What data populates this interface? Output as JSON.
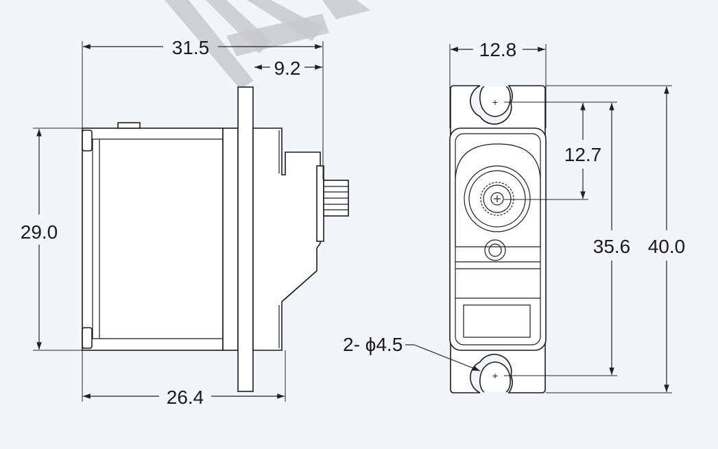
{
  "dimensions": {
    "side_overall_width": "31.5",
    "side_flange_to_tip": "9.2",
    "side_height": "29.0",
    "side_body_width": "26.4",
    "front_width": "12.8",
    "front_shaft_offset": "12.7",
    "front_hole_spacing": "35.6",
    "front_overall_height": "40.0",
    "mount_holes": "2- ϕ4.5"
  },
  "colors": {
    "background": "#f2f6fb",
    "line": "#1a1a1a",
    "watermark": "#c7c9cd"
  }
}
